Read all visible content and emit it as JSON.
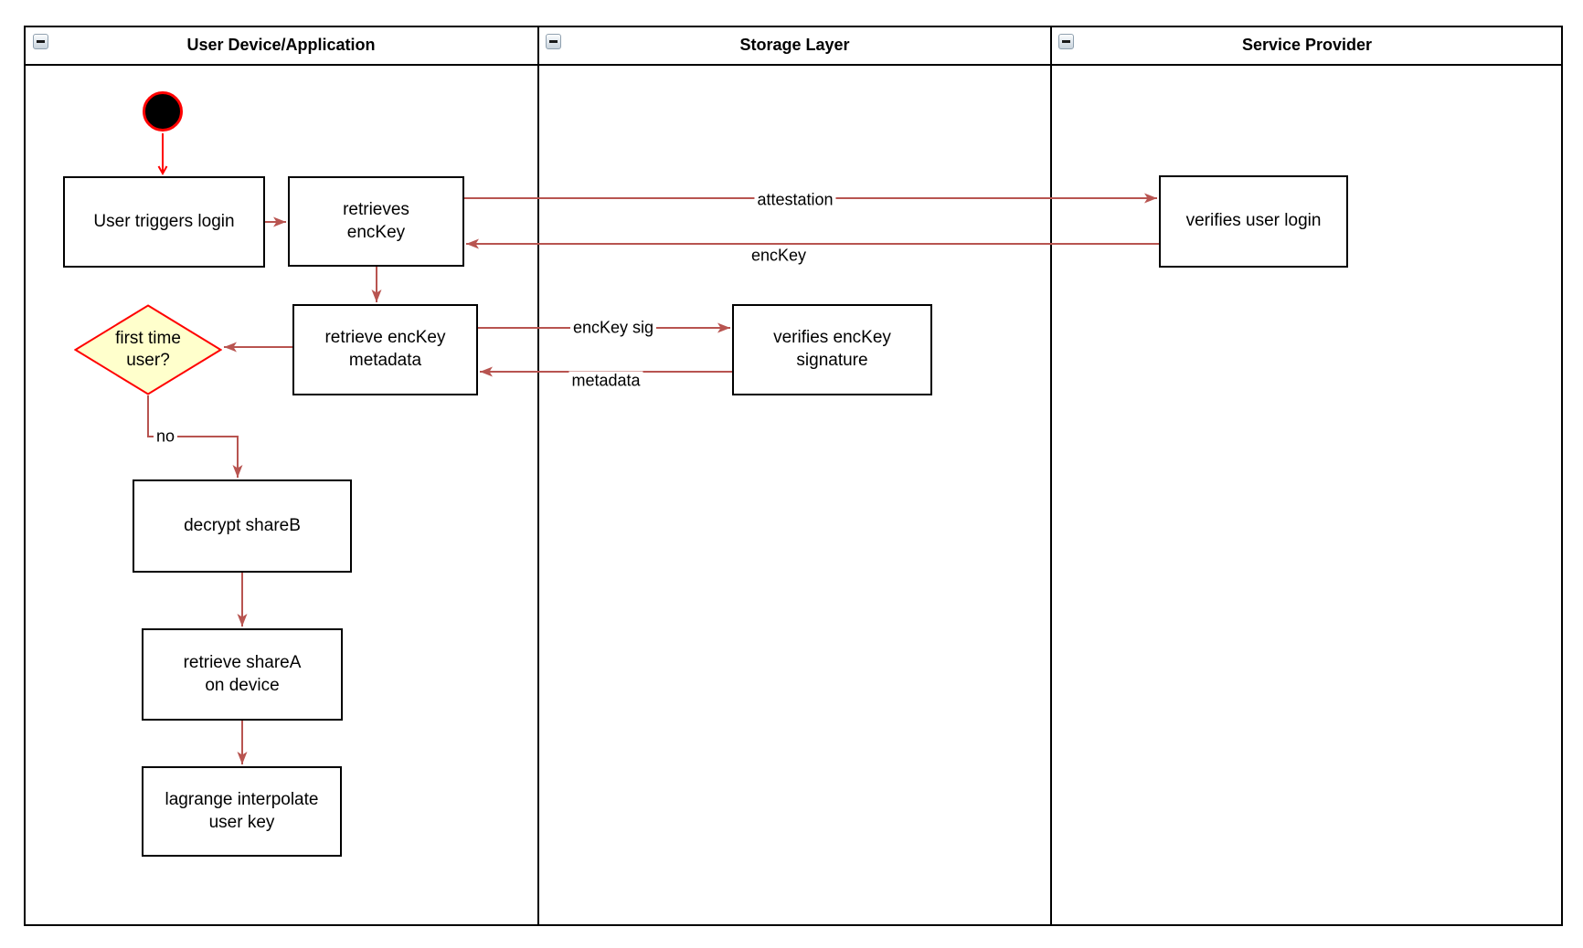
{
  "lanes": [
    {
      "title": "User Device/Application"
    },
    {
      "title": "Storage Layer"
    },
    {
      "title": "Service Provider"
    }
  ],
  "nodes": {
    "user_triggers_login": "User triggers login",
    "retrieves_enckey": "retrieves\nencKey",
    "retrieve_enckey_metadata": "retrieve encKey\nmetadata",
    "first_time_user": "first time\nuser?",
    "decrypt_shareb": "decrypt shareB",
    "retrieve_sharea": "retrieve shareA\non device",
    "lagrange_interpolate": "lagrange interpolate\nuser key",
    "verifies_enckey_signature": "verifies encKey\nsignature",
    "verifies_user_login": "verifies user login"
  },
  "edge_labels": {
    "attestation": "attestation",
    "enckey": "encKey",
    "enckey_sig": "encKey sig",
    "metadata": "metadata",
    "no": "no"
  },
  "colors": {
    "edge": "#b85450",
    "start_edge": "#ff0000",
    "node_border": "#000000",
    "node_fill": "#ffffff",
    "decision_fill": "#ffffcc",
    "decision_border": "#ff0000",
    "start_fill": "#000000",
    "start_border": "#ff0000"
  }
}
